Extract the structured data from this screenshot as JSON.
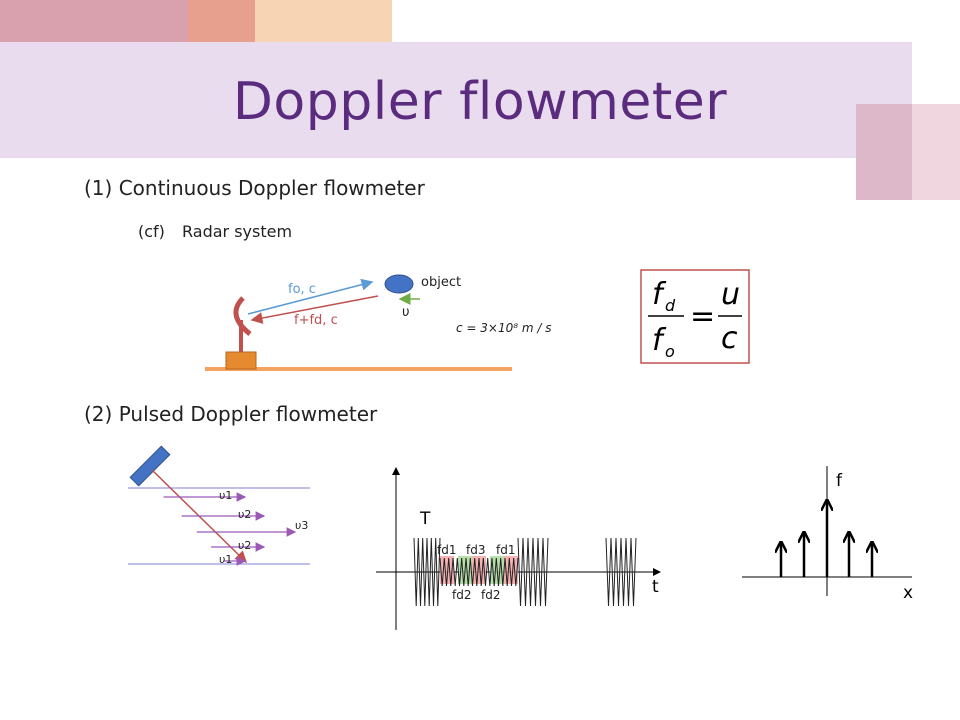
{
  "slide": {
    "title": "Doppler flowmeter",
    "section1": "(1) Continuous Doppler flowmeter",
    "section1_sub_prefix": "(cf)",
    "section1_sub": "Radar system",
    "section2": "(2) Pulsed Doppler flowmeter"
  },
  "radar": {
    "emitted_label": "fo, c",
    "reflected_label": "f+fd, c",
    "object_label": "object",
    "velocity_label": "υ",
    "speed_formula": "c = 3×10⁸ m / s"
  },
  "formula": {
    "lhs_num": "f",
    "lhs_num_sub": "d",
    "lhs_den": "f",
    "lhs_den_sub": "o",
    "equals": "=",
    "rhs_num": "u",
    "rhs_den": "c"
  },
  "vessel": {
    "velocities": [
      "υ1",
      "υ2",
      "υ3",
      "υ2",
      "υ1"
    ]
  },
  "timing": {
    "y_label": "T",
    "x_label": "t",
    "top_labels": [
      "fd1",
      "fd3",
      "fd1"
    ],
    "bottom_labels": [
      "fd2",
      "fd2"
    ]
  },
  "spectrum": {
    "y_label": "f",
    "x_label": "x",
    "bar_heights": [
      0.45,
      0.58,
      1.0,
      0.58,
      0.45
    ]
  },
  "colors": {
    "title": "#5b2c7e",
    "band": "#e9dcef",
    "emit": "#5b9bd5",
    "reflect": "#c0504d",
    "object": "#4472c4",
    "ground": "#f4a460",
    "vessel": "#7f7fd5",
    "arrow_purple": "#9b59b6",
    "frame": "#c0504d",
    "green_arrow": "#70ad47",
    "pink_band": "#f4a6a6",
    "green_band": "#a9d99b"
  }
}
